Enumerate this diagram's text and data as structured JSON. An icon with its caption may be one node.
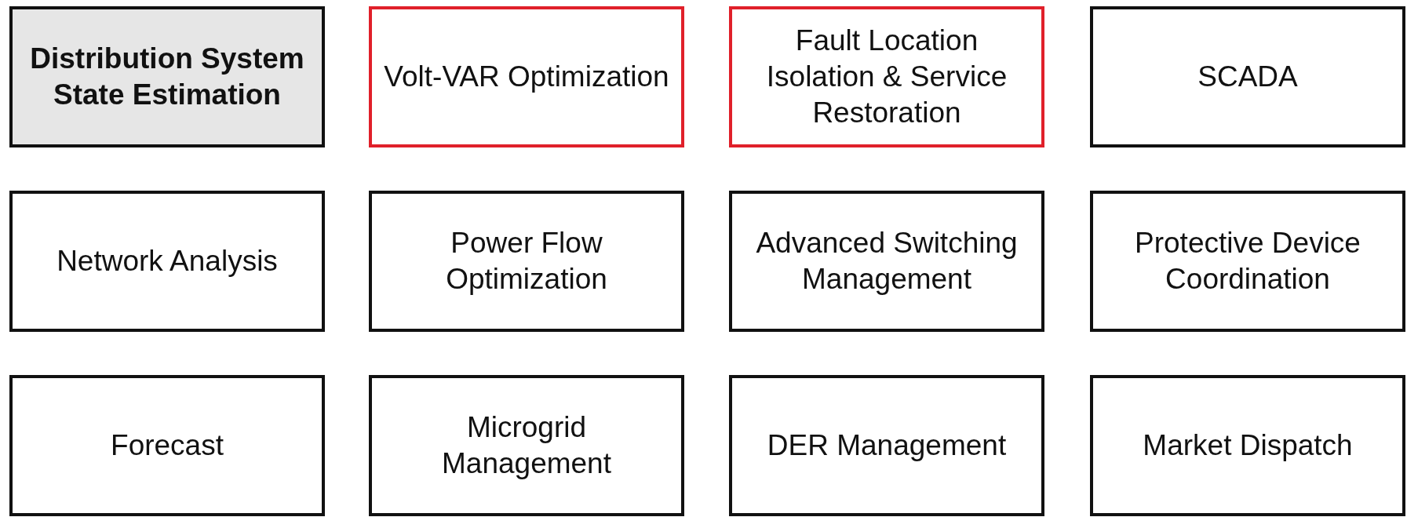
{
  "diagram": {
    "nodes": [
      {
        "text": [
          "Distribution System State Estimation"
        ]
      },
      {
        "text": [
          "Volt-VAR Optimization"
        ]
      },
      {
        "text": [
          "Fault Location Isolation & Service Restoration"
        ]
      },
      {
        "text": [
          "SCADA"
        ]
      },
      {
        "text": [
          "Network Analysis"
        ]
      },
      {
        "text": [
          "Power Flow Optimization"
        ]
      },
      {
        "text": [
          "Advanced Switching Management"
        ]
      },
      {
        "text": [
          "Protective Device Coordination"
        ]
      },
      {
        "text": [
          "Forecast"
        ]
      },
      {
        "text": [
          "Microgrid Management"
        ]
      },
      {
        "text": [
          "DER Management"
        ]
      },
      {
        "text": [
          "Market Dispatch"
        ]
      }
    ]
  }
}
